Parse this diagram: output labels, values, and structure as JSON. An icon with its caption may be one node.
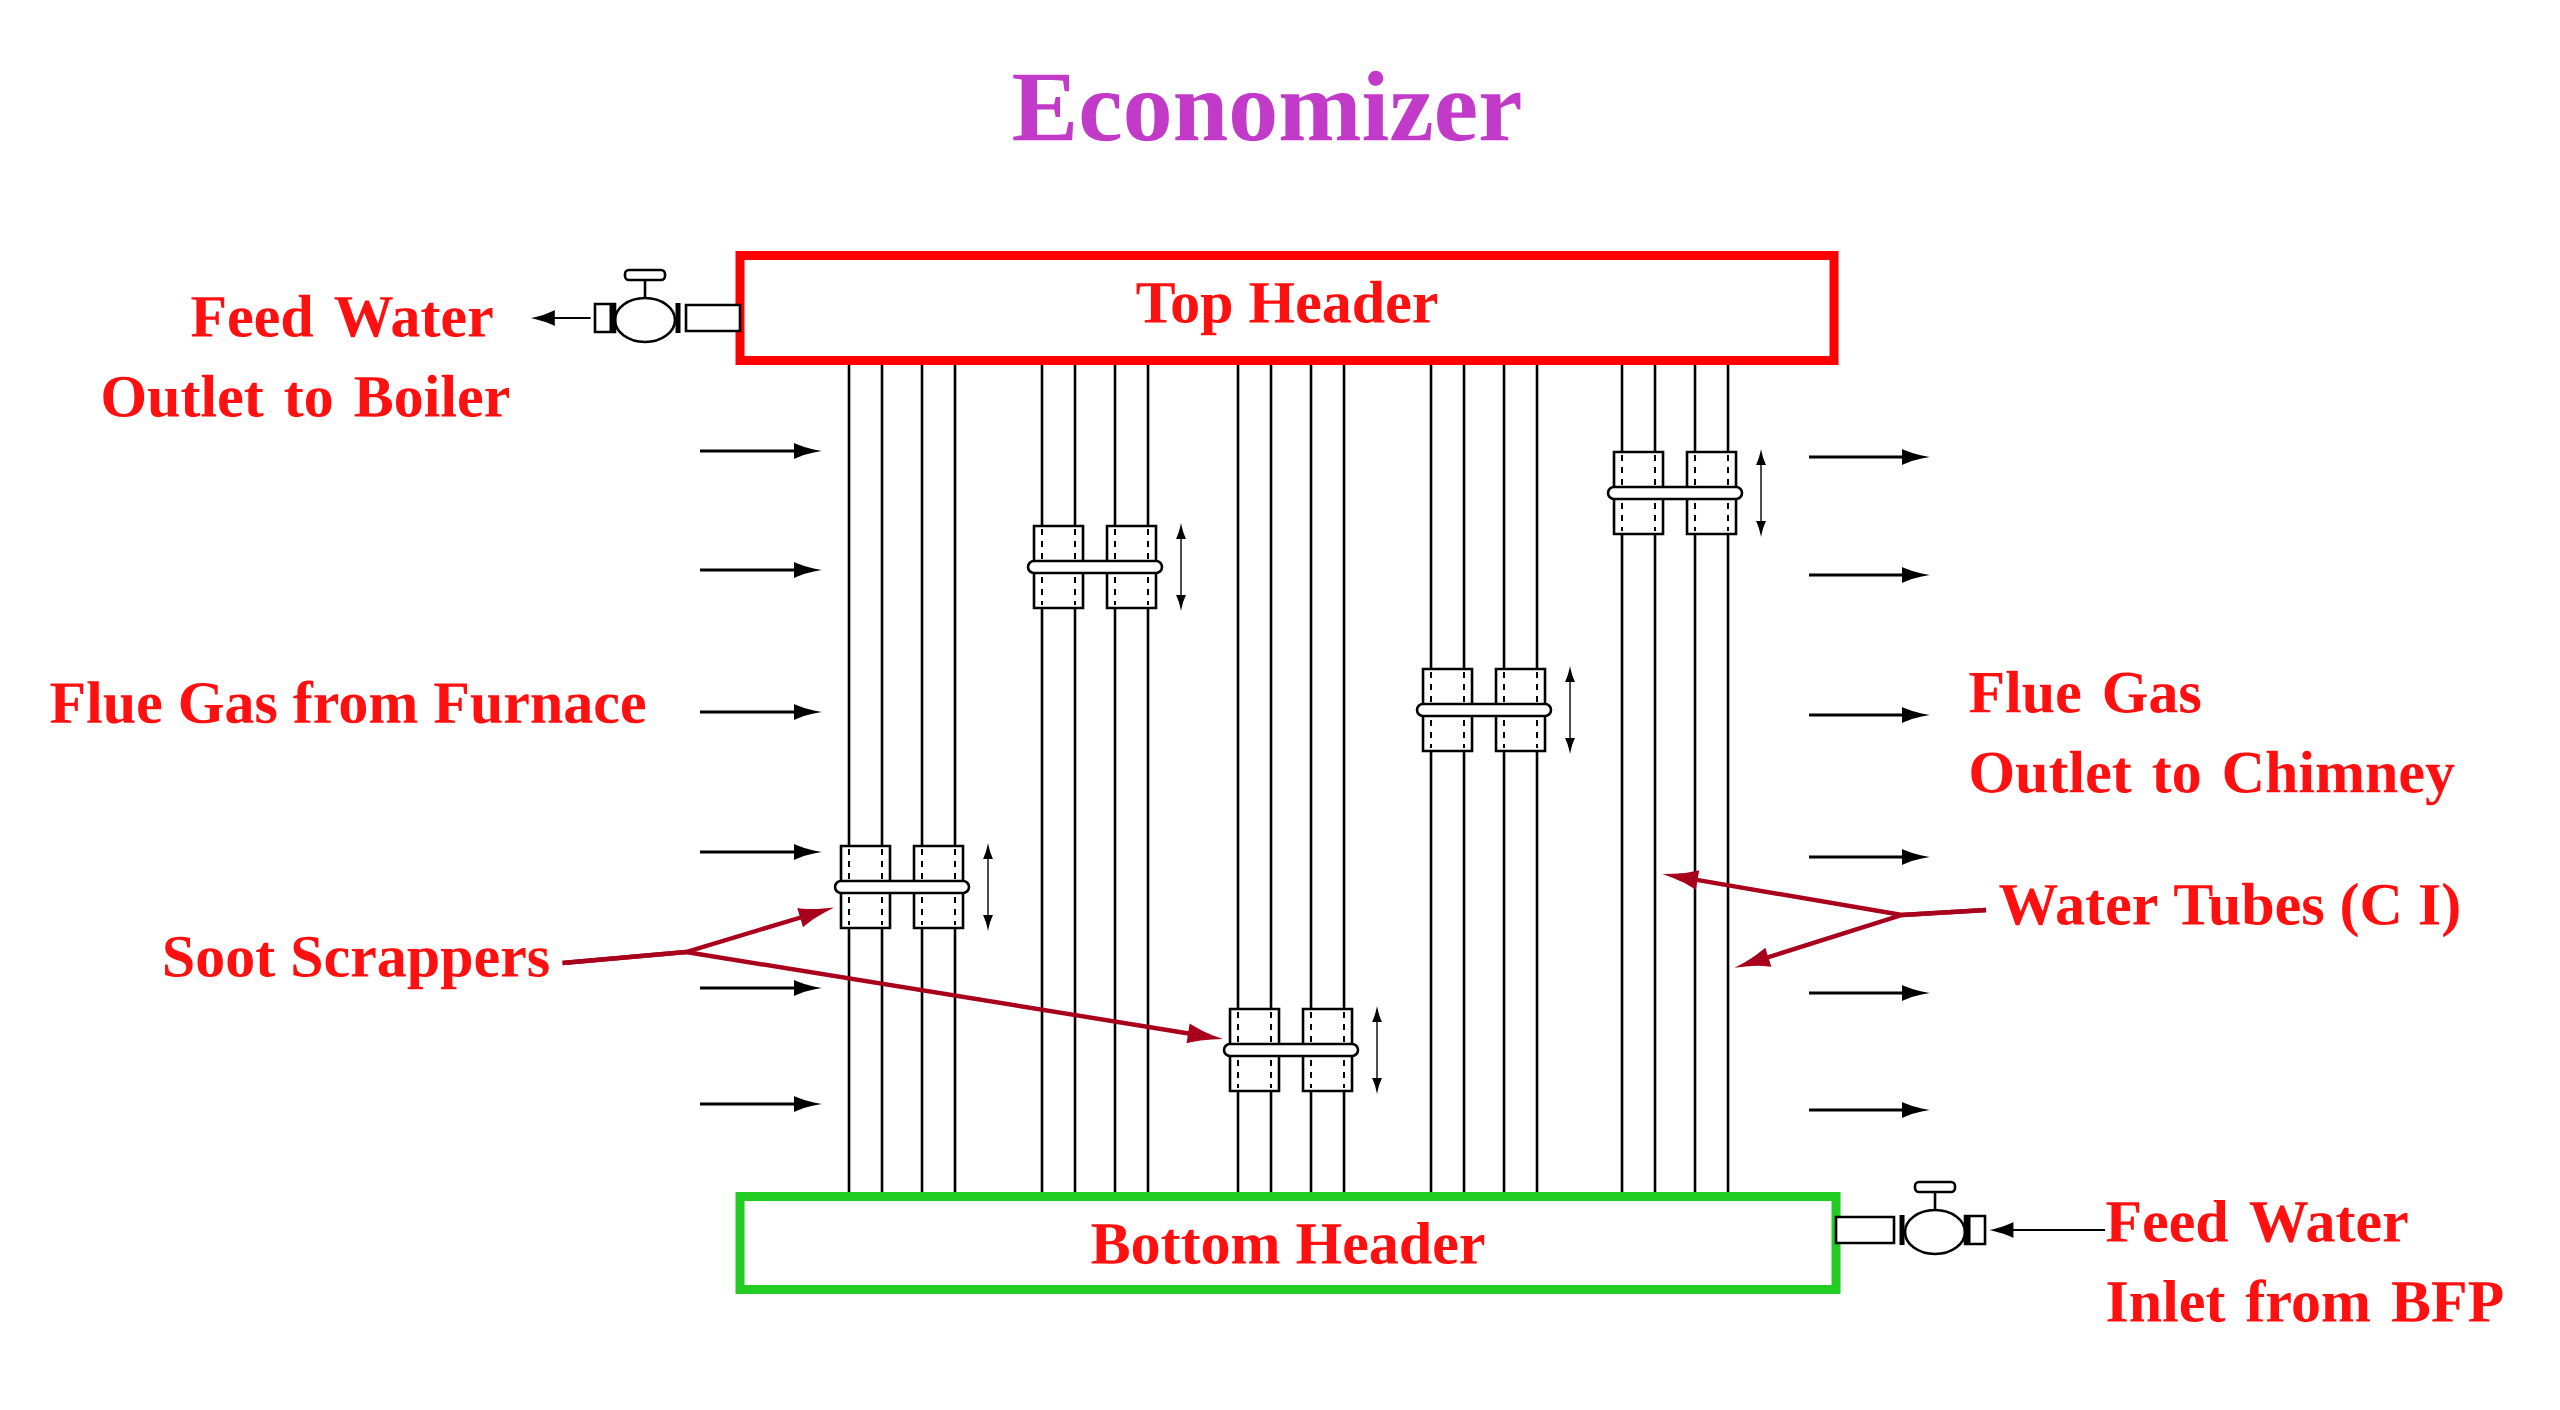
{
  "diagram": {
    "title": "Economizer",
    "nodes": [
      {
        "text": [
          "Top Header"
        ]
      },
      {
        "text": [
          "Bottom Header"
        ]
      },
      {
        "text": [],
        "shape": "picture"
      },
      {
        "text": [],
        "shape": "picture"
      },
      {
        "text": [
          "Feed Water Outlet to Boiler"
        ]
      },
      {
        "text": [
          "Feed Water Inlet from BFP"
        ]
      },
      {
        "text": [
          "Soot Scrappers"
        ]
      },
      {
        "text": [
          "Water Tubes (C I)"
        ]
      },
      {
        "text": [],
        "shape": "picture"
      },
      {
        "text": [],
        "shape": "picture"
      },
      {
        "text": [],
        "shape": "picture"
      },
      {
        "text": [],
        "shape": "picture"
      },
      {
        "text": [],
        "shape": "picture"
      }
    ],
    "edges": [
      {
        "from": 2,
        "to": 4,
        "arrow": "to"
      },
      {
        "from": 5,
        "to": 3,
        "arrow": "to"
      },
      {
        "from": 6,
        "to": 8,
        "arrow": "to",
        "color": "#a8001c"
      },
      {
        "from": 6,
        "to": 10,
        "arrow": "to",
        "color": "#a8001c"
      },
      {
        "from": 7,
        "to": null,
        "arrow": "to",
        "color": "#a8001c"
      },
      {
        "from": 7,
        "to": null,
        "arrow": "to",
        "color": "#a8001c"
      },
      {
        "from": 0,
        "to": 8,
        "arrow": "none"
      },
      {
        "from": 8,
        "to": 1,
        "arrow": "none"
      },
      {
        "from": 0,
        "to": 8,
        "arrow": "none"
      },
      {
        "from": 8,
        "to": 1,
        "arrow": "none"
      },
      {
        "from": 0,
        "to": 8,
        "arrow": "none"
      },
      {
        "from": 8,
        "to": 1,
        "arrow": "none"
      },
      {
        "from": 0,
        "to": 8,
        "arrow": "none"
      },
      {
        "from": 8,
        "to": 1,
        "arrow": "none"
      },
      {
        "from": 0,
        "to": 9,
        "arrow": "none"
      },
      {
        "from": 9,
        "to": 1,
        "arrow": "none"
      },
      {
        "from": 0,
        "to": 9,
        "arrow": "none"
      },
      {
        "from": 9,
        "to": 1,
        "arrow": "none"
      },
      {
        "from": 0,
        "to": 9,
        "arrow": "none"
      },
      {
        "from": 9,
        "to": 1,
        "arrow": "none"
      },
      {
        "from": 0,
        "to": 9,
        "arrow": "none"
      },
      {
        "from": 9,
        "to": 1,
        "arrow": "none"
      },
      {
        "from": 0,
        "to": 10,
        "arrow": "none"
      },
      {
        "from": 10,
        "to": 1,
        "arrow": "none"
      },
      {
        "from": 0,
        "to": 10,
        "arrow": "none"
      },
      {
        "from": 10,
        "to": 1,
        "arrow": "none"
      },
      {
        "from": 0,
        "to": 10,
        "arrow": "none"
      },
      {
        "from": 10,
        "to": 1,
        "arrow": "none"
      },
      {
        "from": 0,
        "to": 10,
        "arrow": "none"
      },
      {
        "from": 10,
        "to": 1,
        "arrow": "none"
      },
      {
        "from": 0,
        "to": 11,
        "arrow": "none"
      },
      {
        "from": 11,
        "to": 1,
        "arrow": "none"
      },
      {
        "from": 0,
        "to": 11,
        "arrow": "none"
      },
      {
        "from": 11,
        "to": 1,
        "arrow": "none"
      },
      {
        "from": 0,
        "to": 11,
        "arrow": "none"
      },
      {
        "from": 11,
        "to": 1,
        "arrow": "none"
      },
      {
        "from": 0,
        "to": 11,
        "arrow": "none"
      },
      {
        "from": 11,
        "to": 1,
        "arrow": "none"
      },
      {
        "from": 0,
        "to": 12,
        "arrow": "none"
      },
      {
        "from": 12,
        "to": 1,
        "arrow": "none"
      },
      {
        "from": 0,
        "to": 12,
        "arrow": "none"
      },
      {
        "from": 12,
        "to": 1,
        "arrow": "none"
      },
      {
        "from": 0,
        "to": 12,
        "arrow": "none"
      },
      {
        "from": 12,
        "to": 1,
        "arrow": "none"
      },
      {
        "from": 0,
        "to": 12,
        "arrow": "none"
      },
      {
        "from": 12,
        "to": 1,
        "arrow": "none"
      }
    ],
    "labels": [
      "Flue Gas from Furnace",
      "Flue Gas Outlet to Chimney"
    ]
  }
}
